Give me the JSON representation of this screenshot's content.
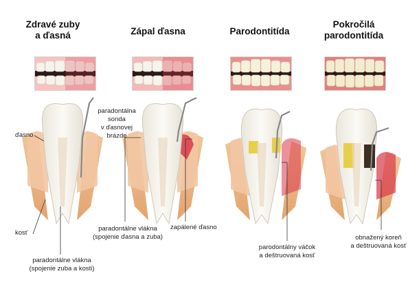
{
  "stages": [
    {
      "title_line1": "Zdravé zuby",
      "title_line2": "a ďasná"
    },
    {
      "title_line1": "Zápal ďasna",
      "title_line2": ""
    },
    {
      "title_line1": "Parodontitída",
      "title_line2": ""
    },
    {
      "title_line1": "Pokročilá",
      "title_line2": "parodontitída"
    }
  ],
  "labels": {
    "probe_l1": "paradontálna",
    "probe_l2": "sonda",
    "probe_l3": "v ďasnovej",
    "probe_l4": "brázde",
    "gum": "ďasno",
    "bone": "kosť",
    "fibers1_l1": "paradontálne vlákna",
    "fibers1_l2": "(spojenie zuba a kosti)",
    "fibers2_l1": "paradontálne vlákna",
    "fibers2_l2": "(spojenie ďasna a zuba)",
    "inflamed": "zapálené ďasno",
    "pocket_l1": "parodontálny váčok",
    "pocket_l2": "a deštruovaná kosť",
    "root_l1": "obnažený koreň",
    "root_l2": "a deštruovaná kosť"
  },
  "colors": {
    "enamel": "#f4f1e8",
    "gum_healthy": "#f2c7a3",
    "gum_inflamed": "#d9384a",
    "bone": "#e9b27f",
    "plaque": "#e8cf4a",
    "probe": "#888888"
  }
}
